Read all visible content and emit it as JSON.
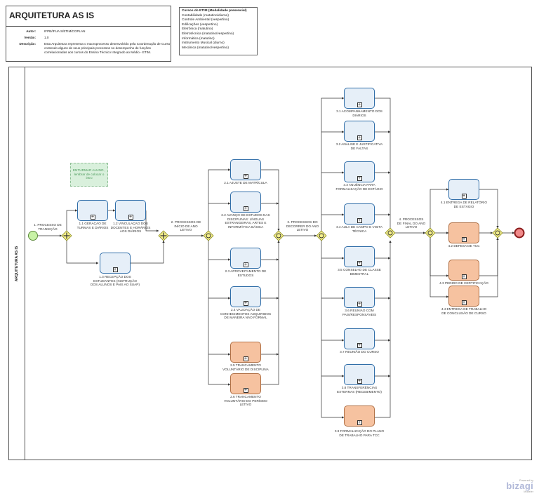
{
  "header": {
    "title": "ARQUITETURA AS IS",
    "author_key": "Autor:",
    "author_value": "IFPB/IFUA S/ETIM/COPLAN",
    "version_key": "Versão:",
    "version_value": "1.0",
    "desc_key": "Descrição:",
    "desc_value": "Esta Arquitetura representa o macroprocesso desenvolvido pela Coordenação de Curso contendo alguns de seus principais processos no desempenho de funções correlacionadas aos cursos do Ensino Técnico Integrado ao Médio - ETIM."
  },
  "courses": {
    "title": "Cursos do ETIM (Modalidade presencial)",
    "items": [
      "Contabilidade (matutino/diurno)",
      "Controle Ambiental (vespertino)",
      "Edificações (vespertino)",
      "Eletrônica (matutino)",
      "Eletrotécnica (matutino/vespertino)",
      "Informática (matutino)",
      "Instrumento Musical (diurno)",
      "Mecânica (matutino/vespertino)"
    ]
  },
  "pool": {
    "label": "ARQUITETURA AS IS"
  },
  "note": "ENTURMAR ALUNO , lembrar de colocar o intro",
  "diagram": {
    "gateways": [
      {
        "label": "1. PROCESSO DE TRANSIÇÃO",
        "type": "parallel"
      },
      {
        "label": "2. PROCESSOS DE INÍCIO DE ANO LETIVO",
        "type": "parallel"
      },
      {
        "label": "3. PROCESSOS DO DECORRER DO ANO LETIVO",
        "type": "inclusive"
      },
      {
        "label": "4. PROCESSOS DE FINAL DO ANO LETIVO",
        "type": "inclusive"
      }
    ],
    "tasks": [
      {
        "id": "1.1",
        "label": "1.1 GERAÇÃO DE TURMAS E DIÁRIOS",
        "color": "blue"
      },
      {
        "id": "1.2",
        "label": "1.2 VINCULAÇÃO DOS DOCENTES E HORÁRIOS AOS DIÁRIOS",
        "color": "blue"
      },
      {
        "id": "1.3",
        "label": "1.3 RECEPÇÃO DOS ESTUDANTES (INSTRUÇÃO DOS ALUNOS E PAIS AO SUAP)",
        "color": "blue"
      },
      {
        "id": "2.1",
        "label": "2.1 AJUSTE DE MATRÍCULA",
        "color": "blue"
      },
      {
        "id": "2.2",
        "label": "2.2 AVANÇO DE ESTUDOS NAS DISCIPLINAS: LÍNGUAS ESTRANGEIRAS, ARTES E INFORMÁTICA BÁSICA",
        "color": "blue"
      },
      {
        "id": "2.3",
        "label": "2.3 APROVEITAMENTO DE ESTUDOS",
        "color": "blue"
      },
      {
        "id": "2.4",
        "label": "2.4 VALIDAÇÃO DE CONHECIMENTOS ADQUIRIDOS DE MANEIRA NÃO FORMAL",
        "color": "blue"
      },
      {
        "id": "2.5",
        "label": "2.5 TRANCAMENTO VOLUNTÁRIO DE DISCIPLINA",
        "color": "orange"
      },
      {
        "id": "2.6",
        "label": "2.6 TRANCAMENTO VOLUNTÁRIO DO PERÍODO LETIVO",
        "color": "orange"
      },
      {
        "id": "3.1",
        "label": "3.1 ACOMPANHAMENTO DOS DIÁRIOS",
        "color": "blue"
      },
      {
        "id": "3.2",
        "label": "3.2 ANÁLISE E JUSTIFICATIVA DE FALTAS",
        "color": "blue"
      },
      {
        "id": "3.3",
        "label": "3.3 ANUÊNCIA PARA FORMALIZAÇÃO DE ESTÁGIO",
        "color": "blue"
      },
      {
        "id": "3.4",
        "label": "3.4 AULA DE CAMPO E VISITA TÉCNICA",
        "color": "blue"
      },
      {
        "id": "3.5",
        "label": "3.5 CONSELHO DE CLASSE BIMESTRAL",
        "color": "blue"
      },
      {
        "id": "3.6",
        "label": "3.6 REUNIÃO COM PAIS/RESPONSÁVEIS",
        "color": "blue"
      },
      {
        "id": "3.7",
        "label": "3.7 REUNIÃO DO CURSO",
        "color": "blue"
      },
      {
        "id": "3.8",
        "label": "3.8 TRANSFERÊNCIAS EXTERNAS (RECEBIMENTO)",
        "color": "blue"
      },
      {
        "id": "3.9",
        "label": "3.9 FORMALIZAÇÃO DO PLANO DE TRABALHO PARA TCC",
        "color": "orange"
      },
      {
        "id": "4.1",
        "label": "4.1 ENTREGA DE RELATÓRIO DE ESTÁGIO",
        "color": "blue"
      },
      {
        "id": "4.2",
        "label": "4.2 DEFESA DE TCC",
        "color": "orange"
      },
      {
        "id": "4.3",
        "label": "4.3 PEDIDO DE CERTIFICAÇÃO",
        "color": "orange"
      },
      {
        "id": "4.4",
        "label": "4.4 ENTREGA DE TRABALHO DE CONCLUSÃO DE CURSO",
        "color": "orange"
      }
    ]
  },
  "footer": {
    "powered": "Powered by",
    "brand": "bizagi",
    "modeler": "Modeler"
  },
  "colors": {
    "task_blue_fill": "#e6eff8",
    "task_blue_stroke": "#2f6da8",
    "task_orange_fill": "#f6c2a0",
    "task_orange_stroke": "#b07045",
    "gateway_fill": "#f4ef8c",
    "gateway_stroke": "#8a8a20",
    "start_fill": "#c8f2a6",
    "end_fill": "#f08a8a"
  }
}
